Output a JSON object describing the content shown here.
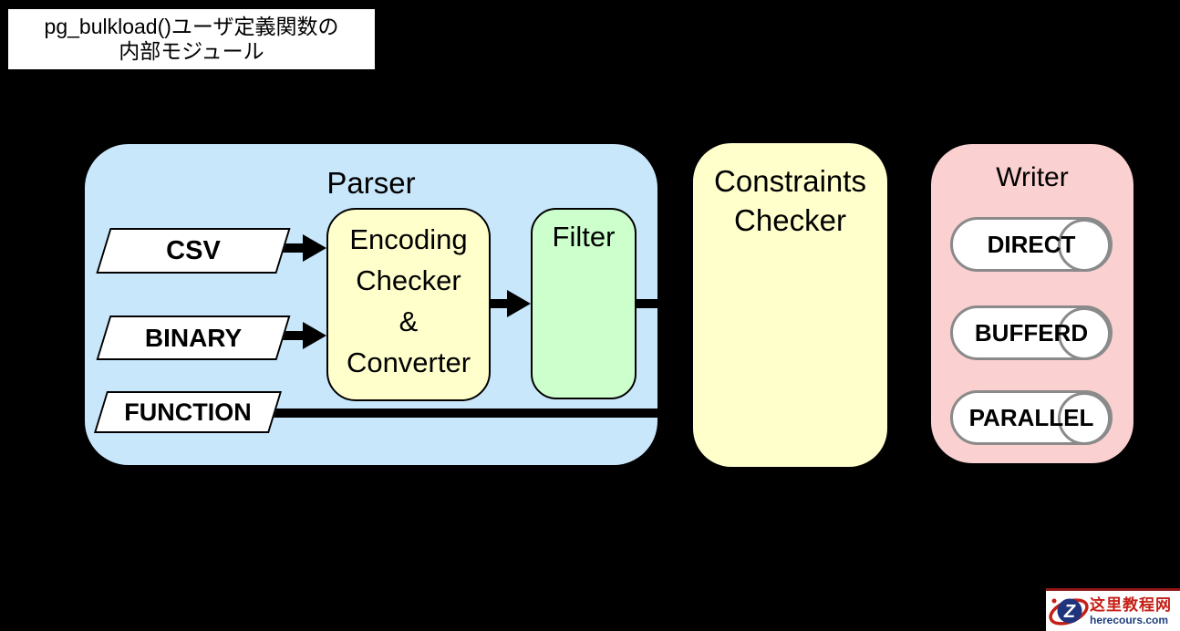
{
  "title_box": {
    "text": "pg_bulkload()ユーザ定義関数の\n内部モジュール"
  },
  "parser": {
    "label": "Parser",
    "inputs": [
      {
        "label": "CSV"
      },
      {
        "label": "BINARY"
      },
      {
        "label": "FUNCTION"
      }
    ],
    "encoding_converter": {
      "text": "Encoding\nChecker\n&\nConverter"
    },
    "filter": {
      "label": "Filter"
    }
  },
  "constraints_checker": {
    "label": "Constraints\nChecker"
  },
  "writer": {
    "label": "Writer",
    "modes": [
      {
        "label": "DIRECT"
      },
      {
        "label": "BUFFERD"
      },
      {
        "label": "PARALLEL"
      }
    ]
  },
  "watermark": {
    "logo_letter": "Z",
    "site_name": "这里教程网",
    "site_url": "herecours.com"
  },
  "colors": {
    "background": "#000000",
    "parser_fill": "#C9E7FB",
    "module_yellow": "#FFFFCC",
    "filter_green": "#CCFFCC",
    "writer_pink": "#FBD0D0",
    "pill_border": "#8A8A8A",
    "watermark_red": "#C42017",
    "watermark_navy": "#1D3E7E"
  }
}
